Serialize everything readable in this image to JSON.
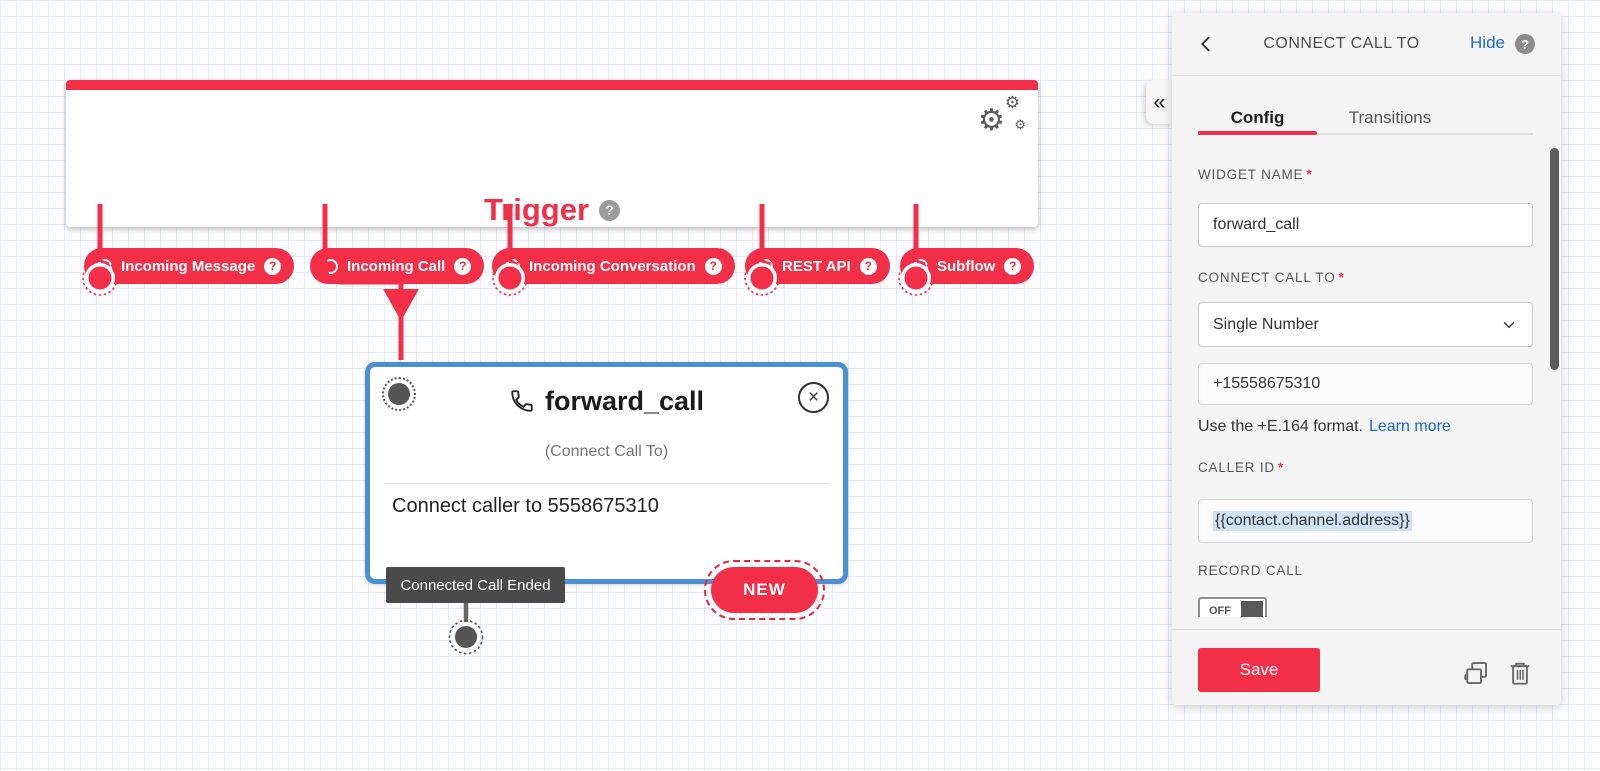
{
  "canvas": {
    "trigger": {
      "title": "Trigger",
      "help_icon": "?",
      "pills": [
        {
          "label": "Incoming Message",
          "help_icon": "?"
        },
        {
          "label": "Incoming Call",
          "help_icon": "?"
        },
        {
          "label": "Incoming Conversation",
          "help_icon": "?"
        },
        {
          "label": "REST API",
          "help_icon": "?"
        },
        {
          "label": "Subflow",
          "help_icon": "?"
        }
      ]
    },
    "widget": {
      "name": "forward_call",
      "type_label": "(Connect Call To)",
      "description": "Connect caller to 5558675310",
      "transition_label": "Connected Call Ended",
      "new_badge": "NEW",
      "close_icon": "×"
    }
  },
  "panel": {
    "collapse_icon": "«",
    "header": {
      "title": "CONNECT CALL TO",
      "hide_label": "Hide",
      "help_icon": "?"
    },
    "tabs": {
      "config": "Config",
      "transitions": "Transitions"
    },
    "fields": {
      "widget_name": {
        "label": "WIDGET NAME",
        "required_mark": "*",
        "value": "forward_call"
      },
      "connect_call_to": {
        "label": "CONNECT CALL TO",
        "required_mark": "*",
        "selected": "Single Number"
      },
      "number": {
        "value": "+15558675310",
        "help_text": "Use the +E.164 format.",
        "help_link": "Learn more"
      },
      "caller_id": {
        "label": "CALLER ID",
        "required_mark": "*",
        "value": "{{contact.channel.address}}"
      },
      "record_call": {
        "label": "RECORD CALL",
        "value": "OFF"
      }
    },
    "footer": {
      "save_label": "Save"
    }
  },
  "icons": {
    "gear": "⚙"
  },
  "colors": {
    "brand_red": "#F22F46",
    "selected_blue": "#4A90D2",
    "link_blue": "#176AD2",
    "selection_highlight": "#CFE2F6",
    "dark_gray": "#4A4A4A"
  }
}
